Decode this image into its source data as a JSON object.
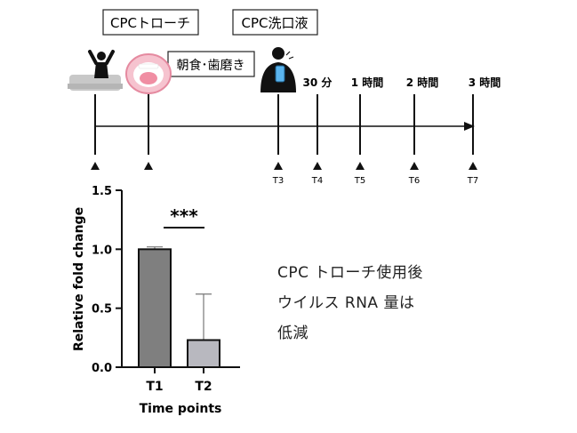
{
  "timeline": {
    "boxes": {
      "lozenge": "CPCトローチ",
      "mouthwash": "CPC洗口液",
      "breakfast": "朝食･歯磨き"
    },
    "times": [
      "30 分",
      "1 時間",
      "2 時間",
      "3 時間"
    ],
    "points": [
      "T3",
      "T4",
      "T5",
      "T6",
      "T7"
    ]
  },
  "chart_data": {
    "type": "bar",
    "categories": [
      "T1",
      "T2"
    ],
    "values": [
      1.0,
      0.23
    ],
    "error_upper": [
      1.02,
      0.62
    ],
    "xlabel": "Time points",
    "ylabel": "Relative fold change",
    "ylim": [
      0,
      1.5
    ],
    "yticks": [
      "0.0",
      "0.5",
      "1.0",
      "1.5"
    ],
    "significance": "***",
    "colors": [
      "#7f7f7f",
      "#b8b8bf"
    ]
  },
  "annotation": {
    "line1": "CPC トローチ使用後",
    "line2": "ウイルス RNA 量は",
    "line3": "低減"
  }
}
